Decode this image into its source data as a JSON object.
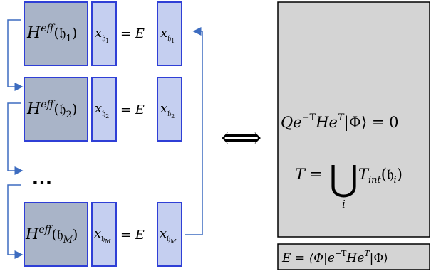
{
  "colors": {
    "hmatrix_fill": "#a9b4c8",
    "vector_fill": "#c5cff0",
    "block_border": "#2f3fd6",
    "arrow": "#3d6cc0",
    "panel_fill": "#d4d4d4",
    "panel_border": "#000000"
  },
  "blocks": [
    {
      "h_label": "H",
      "h_sup": "eff",
      "h_arg": "(𝔥",
      "h_sub": "1",
      "h_close": ")",
      "x_label": "x",
      "x_sub": "𝔥",
      "x_subsub": "1",
      "eq": "= E"
    },
    {
      "h_label": "H",
      "h_sup": "eff",
      "h_arg": "(𝔥",
      "h_sub": "2",
      "h_close": ")",
      "x_label": "x",
      "x_sub": "𝔥",
      "x_subsub": "2",
      "eq": "= E"
    },
    {
      "h_label": "H",
      "h_sup": "eff",
      "h_arg": "(𝔥",
      "h_sub": "M",
      "h_close": ")",
      "x_label": "x",
      "x_sub": "𝔥",
      "x_subsub": "M",
      "eq": "= E"
    }
  ],
  "ellipsis": "…",
  "equivalence_symbol": "⟺",
  "panel": {
    "eq1": {
      "pre": "Qe",
      "sup1": "−T",
      "mid": "He",
      "sup2": "T",
      "post": "|Φ⟩ = 0"
    },
    "eq2": {
      "lhs": "T =",
      "bigcup": "⋃",
      "under": "i",
      "T": "T",
      "sub": "int",
      "arg": "(𝔥",
      "argsub": "i",
      "close": ")"
    }
  },
  "energy": {
    "pre": "E = ⟨Φ|e",
    "sup1": "−T",
    "mid": "He",
    "sup2": "T",
    "post": "|Φ⟩"
  }
}
